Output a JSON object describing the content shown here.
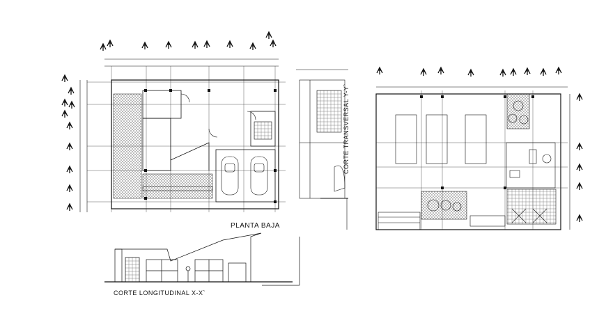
{
  "labels": {
    "planta_baja": "PLANTA BAJA",
    "corte_longitudinal": "CORTE LONGITUDINAL X-X`",
    "corte_transversal": "CORTE TRANSVERSAL Y-Y`"
  },
  "colors": {
    "line": "#111111",
    "hatch": "#555555",
    "background": "#ffffff"
  }
}
